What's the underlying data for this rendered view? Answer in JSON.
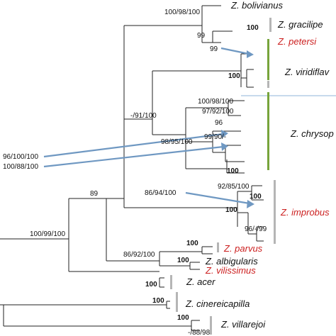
{
  "colors": {
    "black_taxon": "#111111",
    "red_taxon": "#cc1f1f",
    "green_bar": "#77a43b",
    "grey_bar": "#b5b5b5",
    "arrow": "#6f98c2",
    "guide_line": "#8fb6d8"
  },
  "taxa": [
    {
      "id": "bolivianus",
      "label": "Z. bolivianus",
      "color": "black"
    },
    {
      "id": "gracilipes",
      "label": "Z. gracilipe",
      "color": "black"
    },
    {
      "id": "petersi",
      "label": "Z. petersi",
      "color": "red"
    },
    {
      "id": "viridiflavus",
      "label": "Z. viridiflav",
      "color": "black"
    },
    {
      "id": "chrysops",
      "label": "Z. chrysop",
      "color": "black"
    },
    {
      "id": "improbus",
      "label": "Z. improbus",
      "color": "red"
    },
    {
      "id": "parvus",
      "label": "Z. parvus",
      "color": "red"
    },
    {
      "id": "albigularis",
      "label": "Z. albigularis",
      "color": "black"
    },
    {
      "id": "vilissimus",
      "label": "Z. vilissimus",
      "color": "red"
    },
    {
      "id": "acer",
      "label": "Z. acer",
      "color": "black"
    },
    {
      "id": "cinereicapilla",
      "label": "Z. cinereicapilla",
      "color": "black"
    },
    {
      "id": "villarejoi",
      "label": "Z. villarejoi",
      "color": "black"
    }
  ],
  "support": {
    "bolivianus_clade": "100/98/100",
    "gracilipes_petersi": "99",
    "gracilipes_sub": "100",
    "viridiflavus_arrow": "99",
    "viridiflavus_node": "100",
    "viri_chrys": "-/91/100",
    "chrys_top": "100/98/100",
    "chrys_a": "97/92/100",
    "chrys_b": "96",
    "chrys_c": "99/90/-",
    "chrys_d": "98/95/100",
    "chrys_e": "100",
    "left_arrow_1": "96/100/100",
    "left_arrow_2": "100/88/100",
    "node_89": "89",
    "improbus_arrow": "86/94/100",
    "improbus_a": "92/85/100",
    "improbus_b": "100",
    "improbus_c": "100",
    "improbus_d": "96/-/99",
    "root_major": "100/99/100",
    "albig_node": "86/92/100",
    "parvus_node": "100",
    "albig_vilis": "100",
    "acer_node": "100",
    "cinereicapilla_node": "100",
    "villarejoi_node": "100",
    "villarejoi_b": "-/88/98"
  }
}
